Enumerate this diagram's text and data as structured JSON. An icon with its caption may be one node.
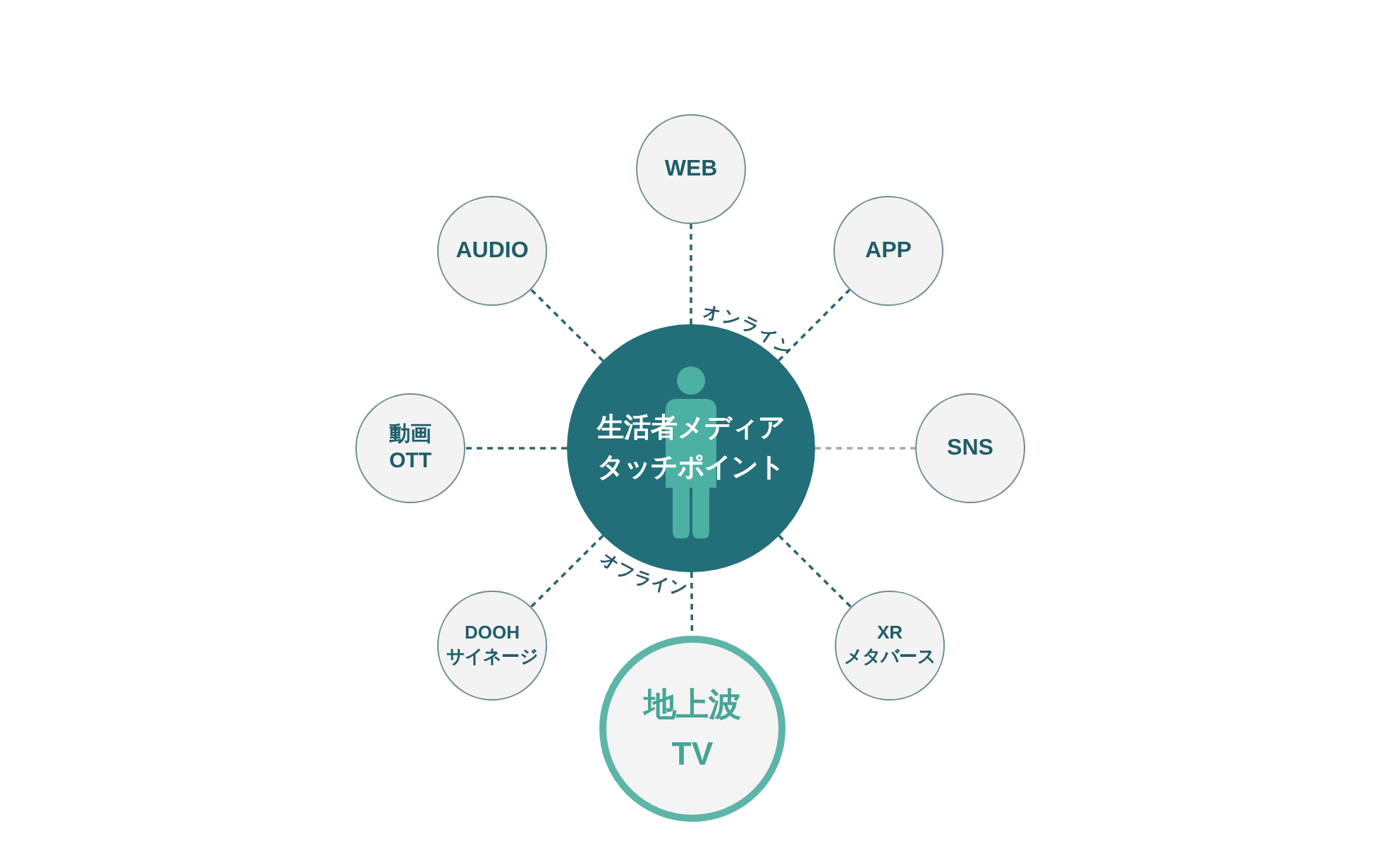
{
  "diagram": {
    "nodes": [
      {
        "text": [
          "WEB"
        ]
      },
      {
        "text": [
          "AUDIO"
        ]
      },
      {
        "text": [
          "APP"
        ]
      },
      {
        "text": [
          "生活者メディアタッチポイント"
        ]
      },
      {
        "text": [
          "動画 OTT"
        ]
      },
      {
        "text": [
          "SNS"
        ]
      },
      {
        "text": [
          "DOOH サイネージ"
        ]
      },
      {
        "text": [
          "XR メタバース"
        ]
      },
      {
        "text": [
          "地上波 TV"
        ]
      }
    ],
    "edges": [
      {
        "from": 3,
        "to": 0,
        "arrow": "none",
        "style": "dashed"
      },
      {
        "from": 3,
        "to": 1,
        "arrow": "none",
        "style": "dashed"
      },
      {
        "from": 3,
        "to": 2,
        "arrow": "none",
        "style": "dashed"
      },
      {
        "from": 3,
        "to": 4,
        "arrow": "none",
        "style": "dashed"
      },
      {
        "from": 3,
        "to": 5,
        "arrow": "none",
        "style": "dashed",
        "color": "#a3abab"
      },
      {
        "from": 3,
        "to": 6,
        "arrow": "none",
        "style": "dashed"
      },
      {
        "from": 3,
        "to": 7,
        "arrow": "none",
        "style": "dashed"
      },
      {
        "from": 3,
        "to": 8,
        "arrow": "none",
        "style": "dashed"
      }
    ],
    "labels": [
      "オンライン",
      "オフライン"
    ]
  }
}
